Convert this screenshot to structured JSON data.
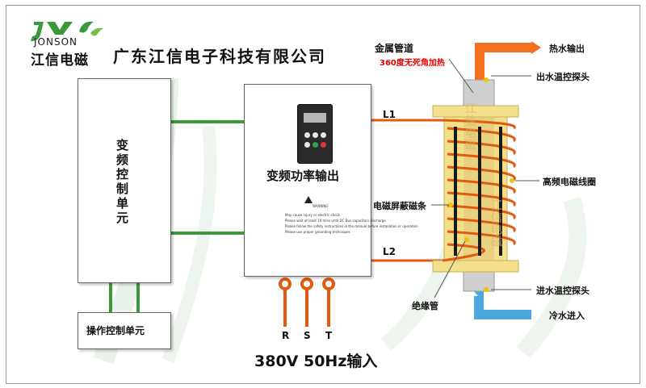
{
  "brand": {
    "latin_name": "JONSON",
    "cn_name": "江信电磁",
    "company_name": "广东江信电子科技有限公司"
  },
  "control_unit": {
    "label": "变频控制单元"
  },
  "operation_unit": {
    "label": "操作控制单元"
  },
  "power_unit": {
    "label": "变频功率输出",
    "warning_title": "WARNING",
    "warning_lines": [
      "May cause injury or electric shock",
      "Please wait at least 10 mins until DC Bus capacitors discharge",
      "Please follow the safety instructions in the manual before installation or operation",
      "Please use proper grounding techniques"
    ]
  },
  "input": {
    "phases": [
      "R",
      "S",
      "T"
    ],
    "voltage_label": "380V 50Hz输入"
  },
  "outputs": {
    "l1": "L1",
    "l2": "L2"
  },
  "heater": {
    "pipe_label": "金属管道",
    "pipe_note": "360度无死角加热",
    "hot_water_out": "热水输出",
    "outlet_probe": "出水温控探头",
    "coil_label": "高频电磁线圈",
    "shield_label": "电磁屏蔽磁条",
    "insulation_label": "绝缘管",
    "inlet_probe": "进水温控探头",
    "cold_water_in": "冷水进入",
    "watermark": "江信电磁"
  },
  "colors": {
    "accent_green": "#3a9a3a",
    "coil_orange": "#e05a10",
    "hot_pipe": "#f27020",
    "cold_pipe": "#4aa8dc",
    "insulation": "#f4df8c",
    "note_red": "#e60000"
  }
}
